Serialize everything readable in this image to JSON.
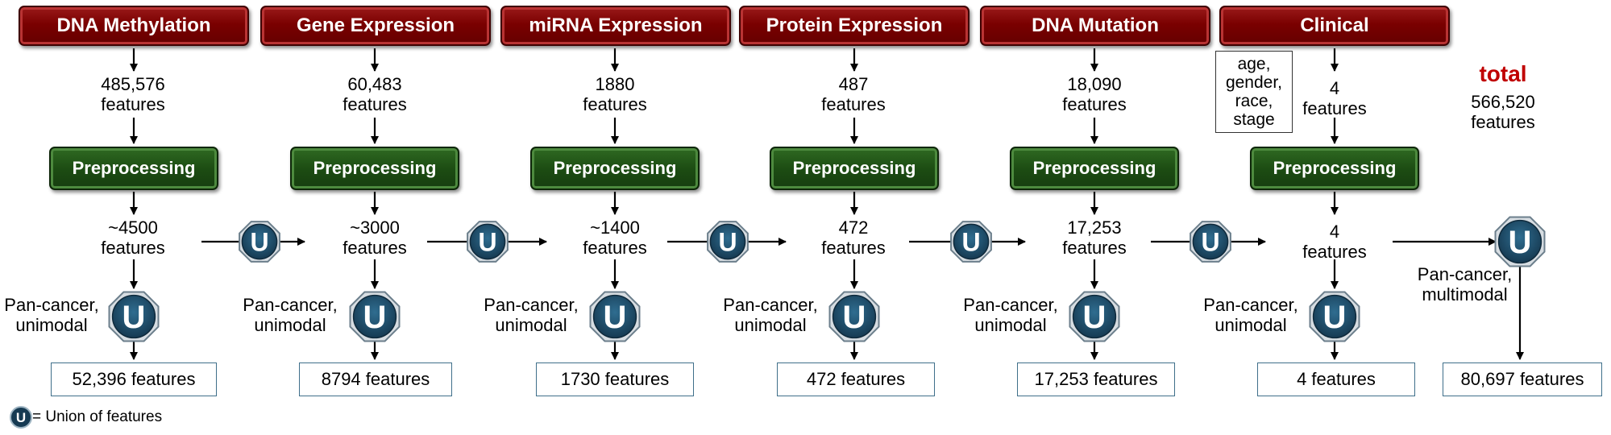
{
  "columns": [
    {
      "header": "DNA Methylation",
      "raw_count": "485,576",
      "raw_unit": "features",
      "processed_count": "~4500",
      "processed_unit": "features",
      "union_label": "Pan-cancer,\nunimodal",
      "result": "52,396 features"
    },
    {
      "header": "Gene Expression",
      "raw_count": "60,483",
      "raw_unit": "features",
      "processed_count": "~3000",
      "processed_unit": "features",
      "union_label": "Pan-cancer,\nunimodal",
      "result": "8794 features"
    },
    {
      "header": "miRNA Expression",
      "raw_count": "1880",
      "raw_unit": "features",
      "processed_count": "~1400",
      "processed_unit": "features",
      "union_label": "Pan-cancer,\nunimodal",
      "result": "1730 features"
    },
    {
      "header": "Protein Expression",
      "raw_count": "487",
      "raw_unit": "features",
      "processed_count": "472",
      "processed_unit": "features",
      "union_label": "Pan-cancer,\nunimodal",
      "result": "472 features"
    },
    {
      "header": "DNA Mutation",
      "raw_count": "18,090",
      "raw_unit": "features",
      "processed_count": "17,253",
      "processed_unit": "features",
      "union_label": "Pan-cancer,\nunimodal",
      "result": "17,253 features"
    },
    {
      "header": "Clinical",
      "raw_count": "4",
      "raw_unit": "features",
      "processed_count": "4",
      "processed_unit": "features",
      "union_label": "Pan-cancer,\nunimodal",
      "result": "4 features"
    }
  ],
  "preprocessing_label": "Preprocessing",
  "union_symbol": "U",
  "clinical_attributes": [
    "age,",
    "gender,",
    "race,",
    "stage"
  ],
  "total": {
    "title": "total",
    "value": "566,520",
    "unit": "features"
  },
  "multimodal": {
    "label": "Pan-cancer,\nmultimodal",
    "result": "80,697 features"
  },
  "legend": {
    "symbol": "U",
    "text": "= Union of features"
  },
  "colors": {
    "header_red": "#7a0000",
    "preprocess_green": "#1d4d13",
    "union_blue": "#1f4e6b",
    "total_red": "#c00000",
    "box_border": "#3f6f8a"
  }
}
